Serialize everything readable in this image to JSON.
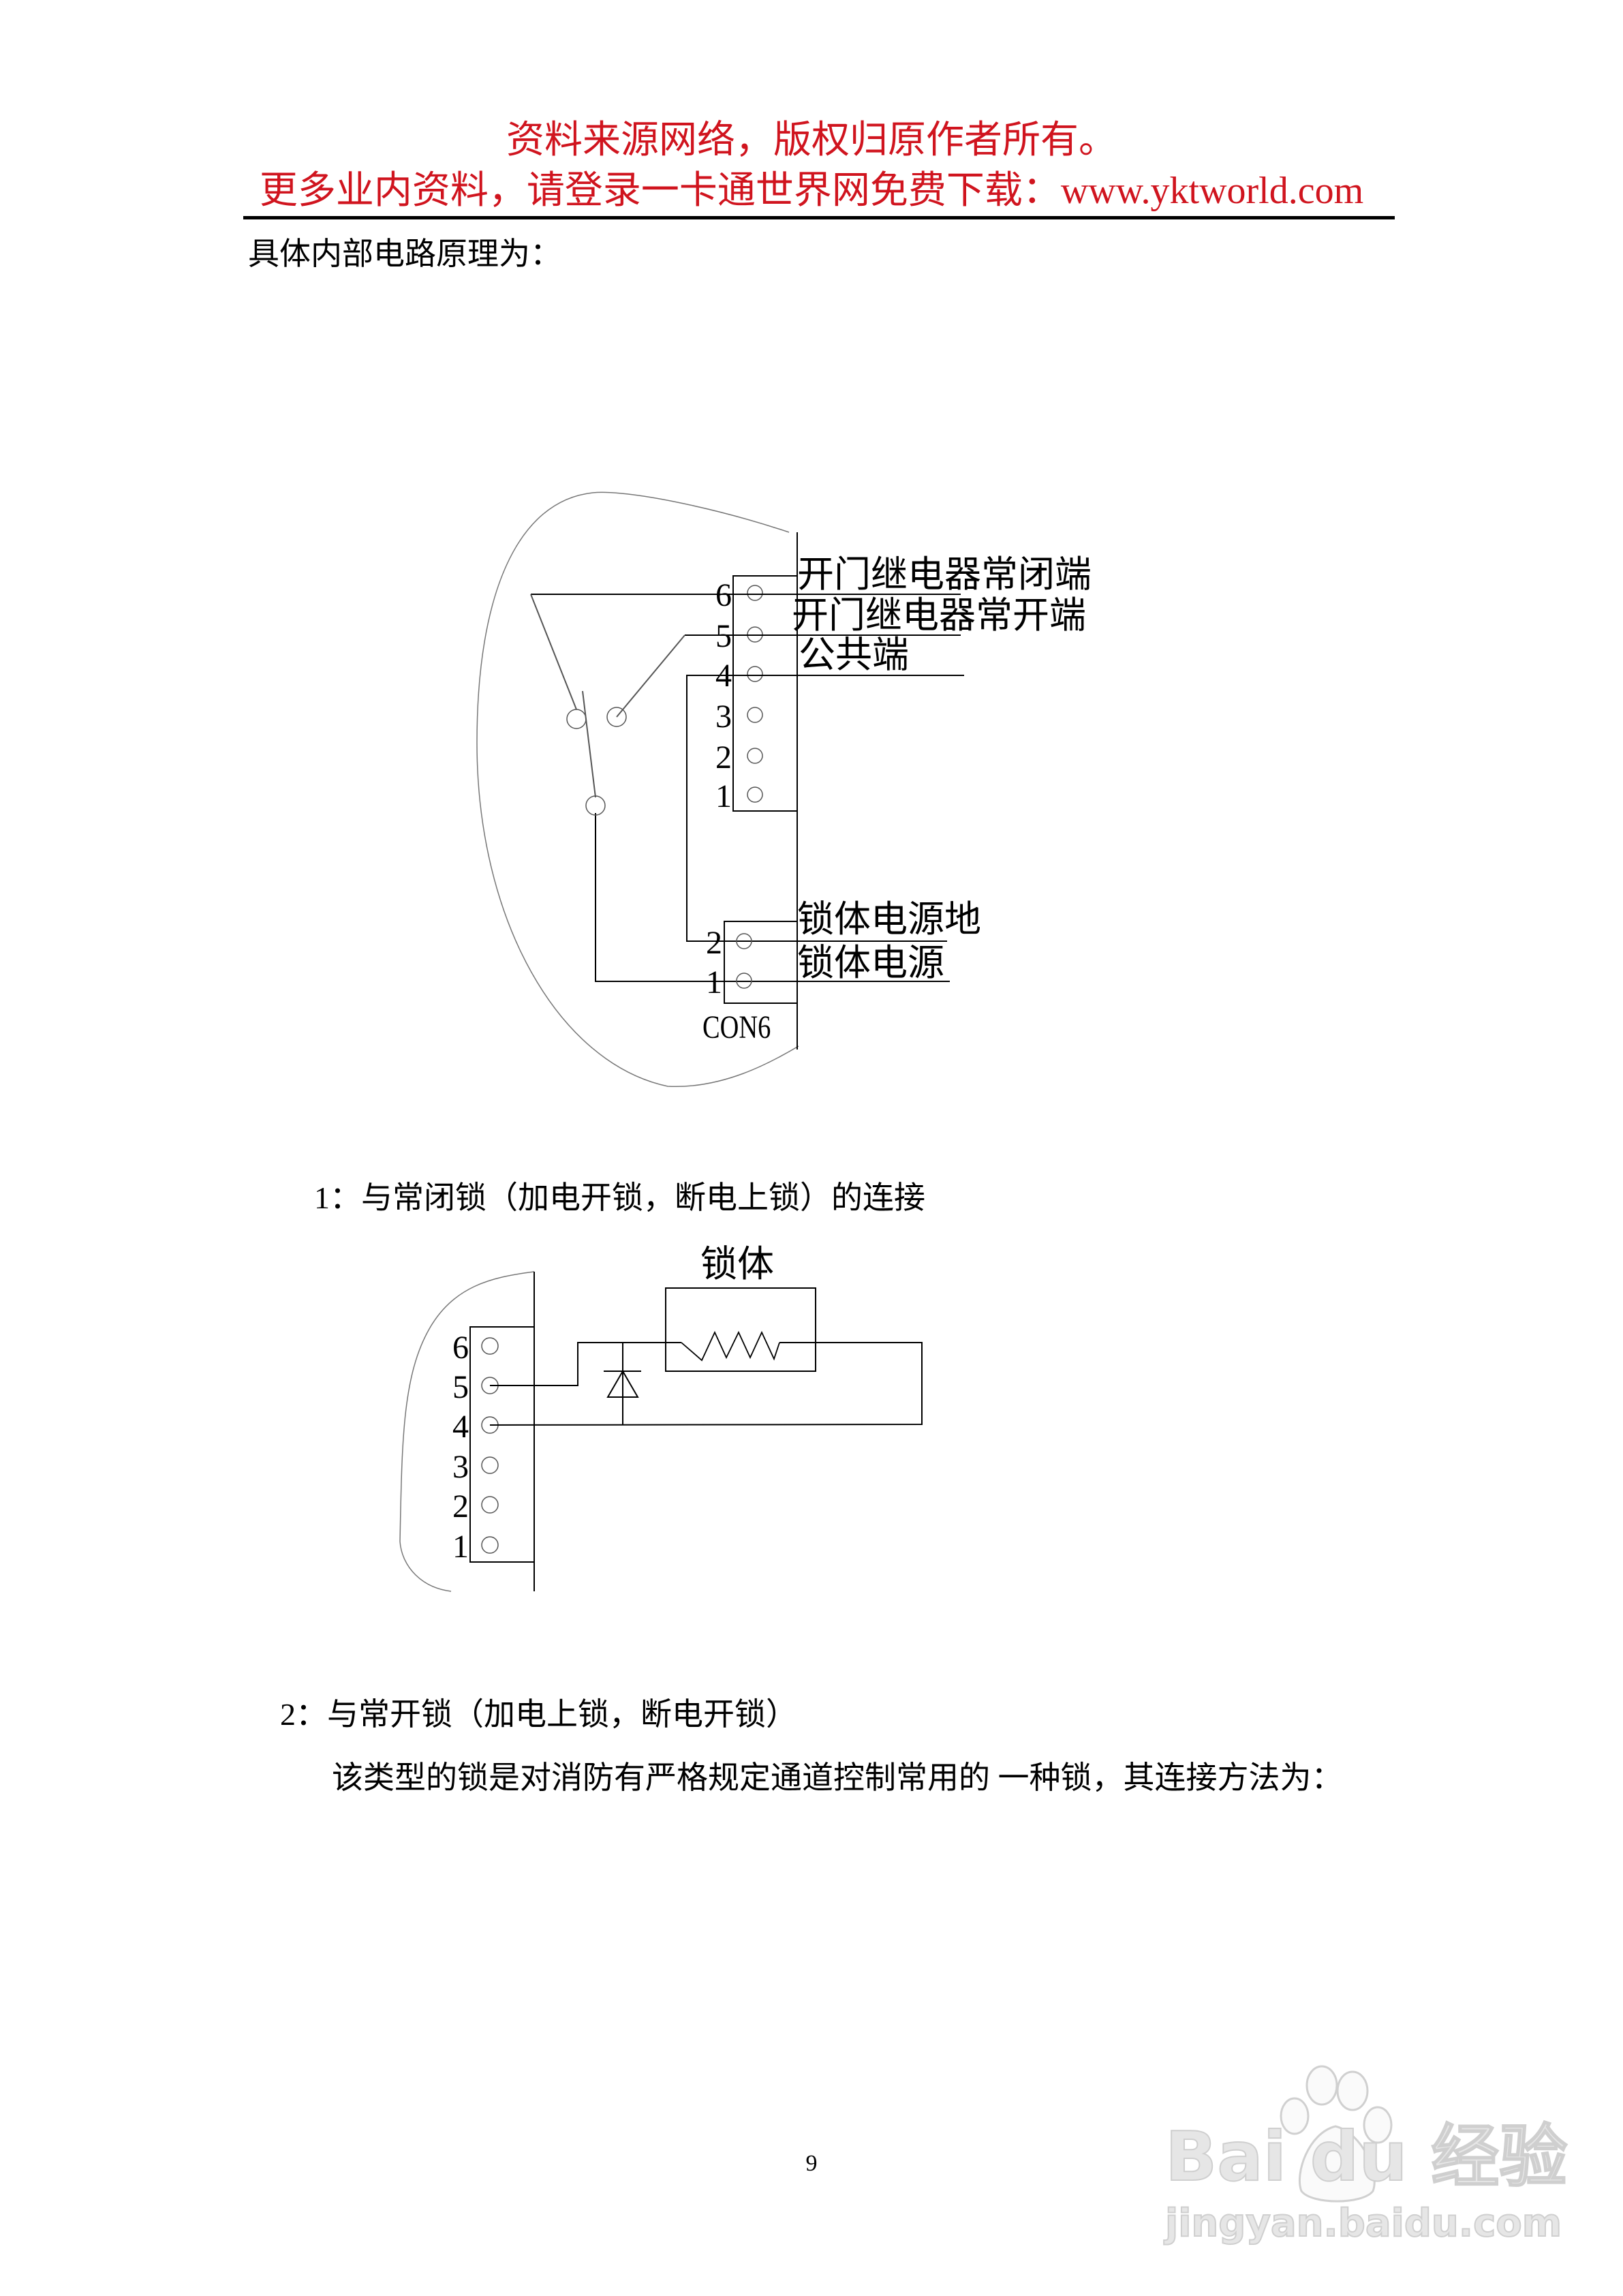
{
  "header": {
    "line1": "资料来源网络，版权归原作者所有。",
    "line2": "更多业内资料，请登录一卡通世界网免费下载：www.yktworld.com",
    "color": "#d0141e"
  },
  "intro": "具体内部电路原理为：",
  "diagram1": {
    "pins": [
      "6",
      "5",
      "4",
      "3",
      "2",
      "1"
    ],
    "labels": {
      "nc": "开门继电器常闭端",
      "no": "开门继电器常开端",
      "com": "公共端",
      "power_gnd": "锁体电源地",
      "power": "锁体电源"
    },
    "power_pins": [
      "2",
      "1"
    ],
    "connector": "CON6"
  },
  "section1": "1：与常闭锁（加电开锁，断电上锁）的连接",
  "diagram2": {
    "pins": [
      "6",
      "5",
      "4",
      "3",
      "2",
      "1"
    ],
    "lock_label": "锁体"
  },
  "section2": "2：与常开锁（加电上锁，断电开锁）",
  "paragraph": "该类型的锁是对消防有严格规定通道控制常用的 一种锁，其连接方法为：",
  "page_number": "9",
  "watermark": {
    "brand": "Bai du 经验",
    "url": "jingyan.baidu.com"
  }
}
